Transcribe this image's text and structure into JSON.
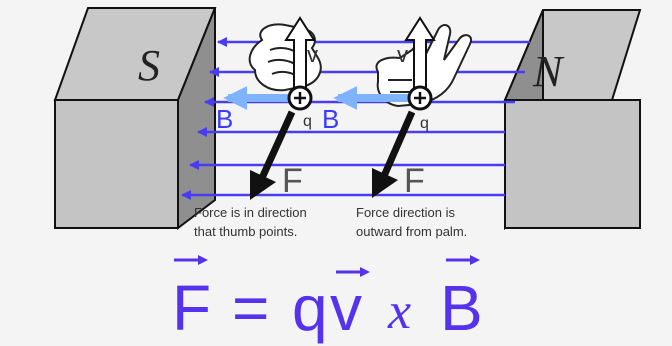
{
  "poles": {
    "south": "S",
    "north": "N"
  },
  "labels": {
    "v_left": "v",
    "v_right": "v",
    "b_left": "B",
    "b_right": "B",
    "f_left": "F",
    "f_right": "F",
    "q_left": "q",
    "q_right": "q"
  },
  "captions": {
    "left_line1": "Force is in direction",
    "left_line2": "that thumb points.",
    "right_line1": "Force direction is",
    "right_line2": "outward from palm."
  },
  "equation": {
    "f": "F",
    "equals": "=",
    "q": "q",
    "v": "v",
    "cross": "x",
    "b": "B"
  },
  "colors": {
    "field_line": "#4a3cf0",
    "magnet_face": "#bfbfbf",
    "magnet_side": "#8f8f8f",
    "equation": "#5533ee",
    "b_arrow": "#7fb2ff"
  }
}
